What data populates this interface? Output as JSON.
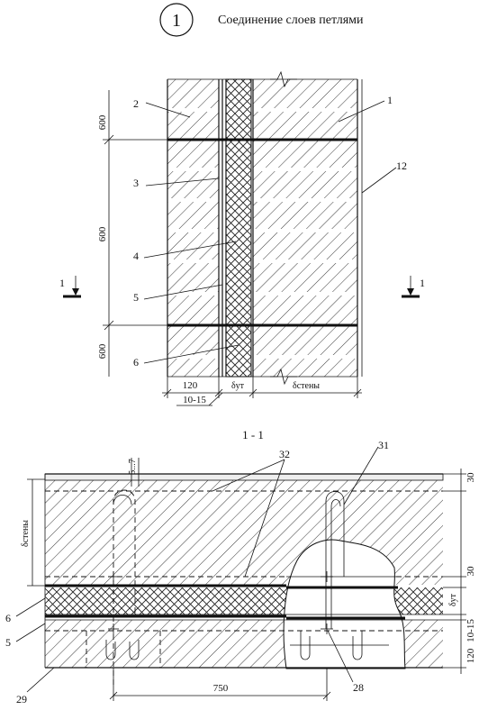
{
  "header": {
    "badge": "1",
    "title": "Соединение слоев петлями"
  },
  "elevation": {
    "row_labels": [
      "600",
      "600",
      "600"
    ],
    "callouts": [
      "2",
      "1",
      "3",
      "12",
      "4",
      "5",
      "6"
    ],
    "section_marks": [
      "1",
      "1"
    ],
    "bottom_dims": [
      "120",
      "δут",
      "δстены"
    ],
    "gap_dim": "10-15"
  },
  "section": {
    "title": "1 - 1",
    "left_dim": "δстены",
    "top_dim": "5...7",
    "callouts": [
      "32",
      "31",
      "6",
      "5",
      "29",
      "28"
    ],
    "right_dims": [
      "30",
      "30",
      "δут",
      "10-15",
      "120"
    ],
    "bottom_dim": "750"
  }
}
